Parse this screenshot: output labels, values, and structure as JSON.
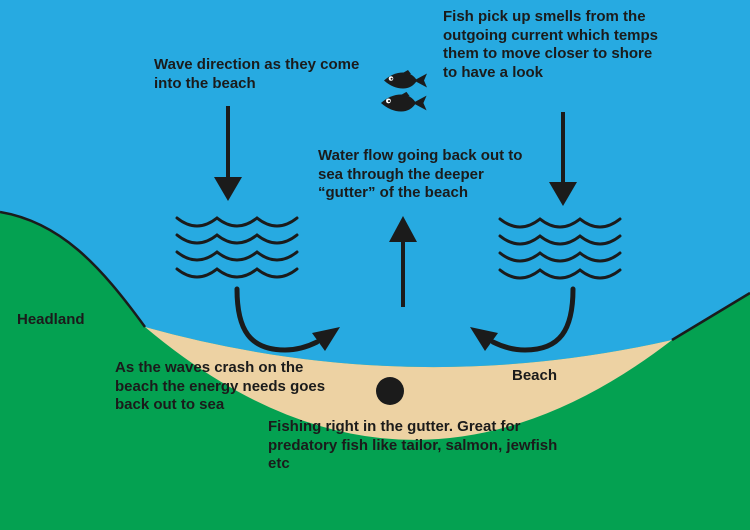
{
  "title": "Beach gutter fishing diagram",
  "colors": {
    "water": "#27AAE1",
    "land": "#04A151",
    "sand": "#EDD2A3",
    "ink": "#1B1B1B",
    "fish_eye": "#FFFFFF"
  },
  "labels": {
    "wave_direction": "Wave direction as they come\ninto the beach",
    "fish_smell": "Fish pick up smells from the\noutgoing current which temps\nthem to move closer to shore\nto have a look",
    "water_flow": "Water flow going back out to\nsea through the deeper\n“gutter” of the beach",
    "headland": "Headland",
    "waves_crash": "As the waves crash on the\nbeach the energy needs goes\nback out to sea",
    "beach": "Beach",
    "fishing_gutter": "Fishing right in the gutter. Great for\npredatory fish like tailor, salmon, jewfish\netc"
  },
  "icons": {
    "fish": "fish-icon",
    "waves": "breaking-waves-icon",
    "arrow_down": "arrow-down-icon",
    "arrow_up": "arrow-up-icon",
    "curved_arrow": "curved-arrow-icon",
    "fishing_spot": "fishing-spot-dot"
  }
}
